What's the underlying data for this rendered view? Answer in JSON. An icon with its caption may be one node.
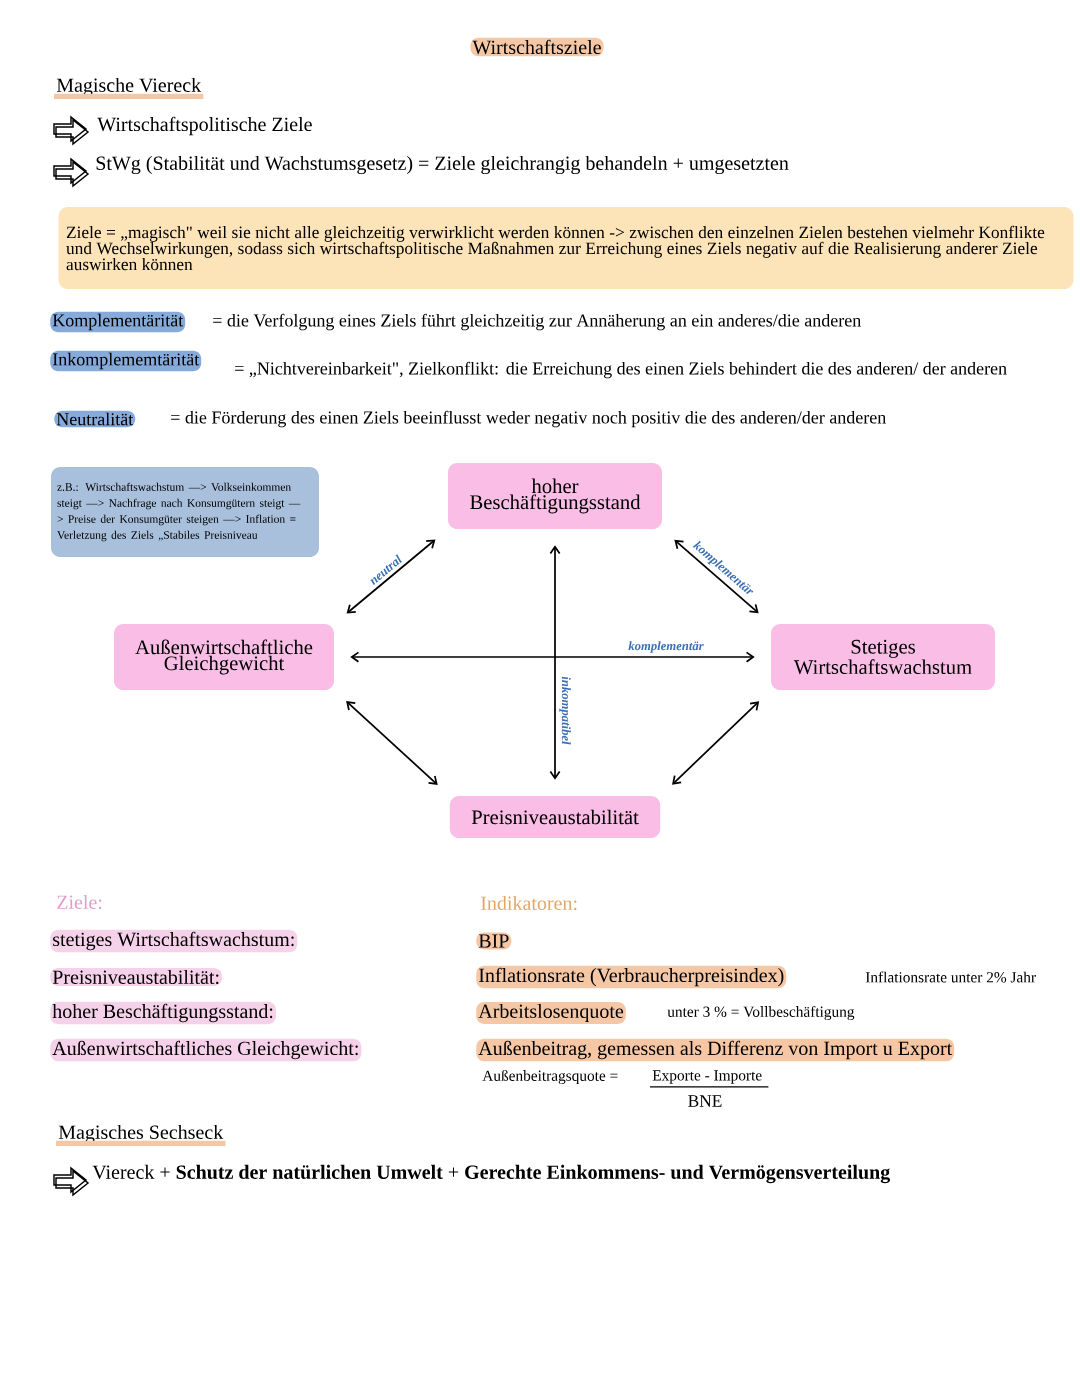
{
  "diagram": {
    "title": "Wirtschaftsziele",
    "nodes": [
      {
        "text": [
          "Ziele = „magisch\" weil sie nicht alle gleichzeitig verwirklicht werden können -> zwischen den einzelnen Zielen bestehen vielmehr Konflikte und Wechselwirkungen, sodass sich wirtschaftspolitische Maßnahmen zur Erreichung eines Ziels negativ auf die Realisierung anderer Ziele auswirken können"
        ]
      },
      {
        "text": [
          "z.B.: Wirtschaftswachstum —> Volkseinkommen steigt —> Nachfrage nach Konsumgütern steigt —> Preise der Konsumgüter steigen —> Inflation = Verletzung des Ziels „Stabiles Preisniveau"
        ]
      },
      {
        "text": [
          "hoher Beschäftigungsstand"
        ]
      },
      {
        "text": [
          "Außenwirtschaftliche Gleichgewicht"
        ]
      },
      {
        "text": [
          "Stetiges Wirtschaftswachstum"
        ]
      },
      {
        "text": [
          "Preisniveaustabilität"
        ]
      }
    ],
    "edges": [
      {
        "from": 2,
        "to": 3,
        "arrow": "both",
        "label": "neutral"
      },
      {
        "from": 2,
        "to": 4,
        "arrow": "both",
        "label": "komplementär"
      },
      {
        "from": 3,
        "to": 4,
        "arrow": "both",
        "label": "komplementär"
      },
      {
        "from": 2,
        "to": 5,
        "arrow": "both",
        "label": "inkompatibel"
      },
      {
        "from": 3,
        "to": 5,
        "arrow": "both"
      },
      {
        "from": 4,
        "to": 5,
        "arrow": "both"
      }
    ],
    "labels": [
      "Magische Viereck",
      "Wirtschaftspolitische Ziele",
      "StWg (Stabilität und Wachstumsgesetz) = Ziele gleichrangig behandeln + umgesetzten",
      "Komplementärität",
      "= die Verfolgung eines Ziels führt gleichzeitig zur Annäherung an ein anderes/die anderen",
      "Inkomplememtärität",
      "= „Nichtvereinbarkeit\", Zielkonflikt: die Erreichung des einen Ziels behindert die des anderen/ der anderen",
      "Neutralität",
      "= die Förderung des einen Ziels beeinflusst weder negativ noch positiv die des anderen/der anderen",
      "Ziele:",
      "stetiges Wirtschaftswachstum:",
      "Preisniveaustabilität:",
      "hoher Beschäftigungsstand:",
      "Außenwirtschaftliches Gleichgewicht:",
      "Indikatoren:",
      "BIP",
      "Inflationsrate (Verbraucherpreisindex)",
      "Inflationsrate unter 2% Jahr",
      "Arbeitslosenquote",
      "unter 3 % = Vollbeschäftigung",
      "Außenbeitrag, gemessen als Differenz von Import u Export",
      "Außenbeitragsquote =",
      "Exporte - Importe",
      "BNE",
      "Magisches Sechseck",
      "Viereck + **Schutz der natürlichen Umwelt** + **Gerechte Einkommens- und Vermögensverteilung**"
    ]
  }
}
